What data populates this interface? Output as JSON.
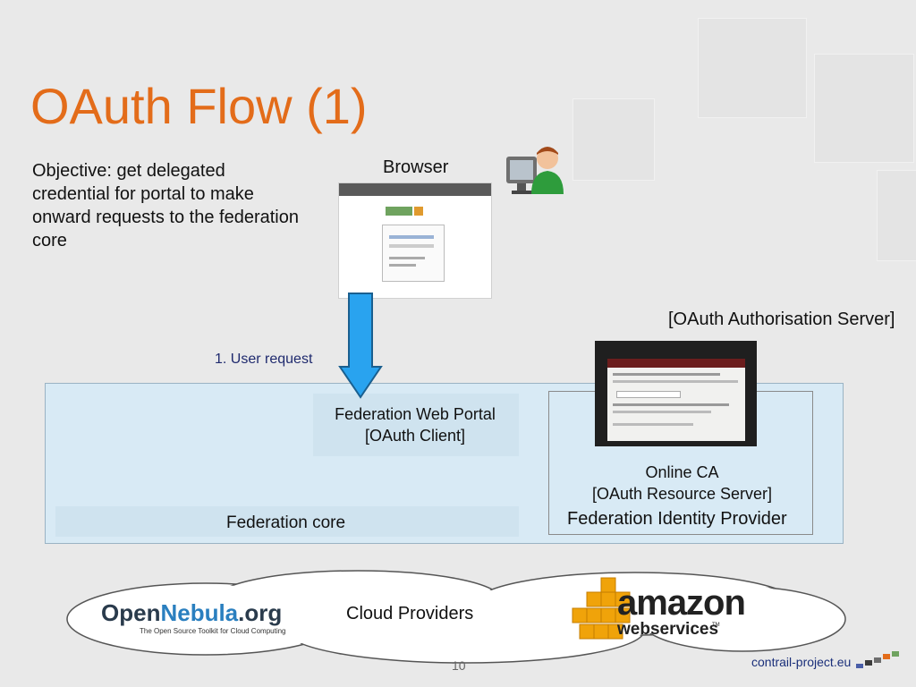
{
  "slide": {
    "title": "OAuth Flow (1)",
    "objective": "Objective: get delegated credential for portal to make onward requests to the federation core",
    "page_number": "10",
    "footer_url": "contrail-project.eu"
  },
  "diagram": {
    "browser_label": "Browser",
    "auth_server_label": "[OAuth Authorisation Server]",
    "user_request_label": "1. User request",
    "portal_label_line1": "Federation Web Portal",
    "portal_label_line2": "[OAuth Client]",
    "online_ca_line1": "Online CA",
    "online_ca_line2": "[OAuth Resource Server]",
    "idp_label": "Federation Identity Provider",
    "fed_core_label": "Federation core",
    "cloud_label": "Cloud Providers"
  },
  "logos": {
    "opennebula_main_a": "Open",
    "opennebula_main_b": "Nebula",
    "opennebula_main_c": ".org",
    "opennebula_tagline": "The Open Source Toolkit for Cloud Computing",
    "amazon_main": "amazon",
    "amazon_sub": "webservices",
    "amazon_tm": "TM"
  },
  "colors": {
    "title": "#e36c1a",
    "arrow_fill": "#29a3ef",
    "user_request_text": "#1f2a6e",
    "box_fill": "#d8eaf5"
  }
}
